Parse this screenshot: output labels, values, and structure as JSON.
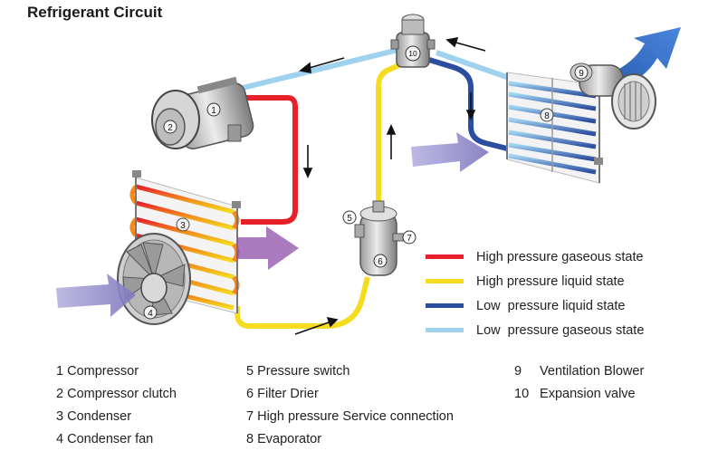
{
  "title": "Refrigerant Circuit",
  "colors": {
    "high_gas": "#e8202a",
    "high_liquid": "#f5dc1e",
    "low_liquid": "#2c4ea0",
    "low_gas": "#9fd2ef",
    "airflow": "#8e87c8",
    "outflow": "#2a5fb5"
  },
  "legend": [
    {
      "label": "High pressure gaseous state",
      "color": "#e8202a"
    },
    {
      "label": "High pressure liquid state",
      "color": "#f5dc1e"
    },
    {
      "label": "Low  pressure liquid state",
      "color": "#2c4ea0"
    },
    {
      "label": "Low  pressure gaseous state",
      "color": "#9fd2ef"
    }
  ],
  "component_numbers": [
    "1",
    "2",
    "3",
    "4",
    "5",
    "6",
    "7",
    "8",
    "9",
    "10"
  ],
  "parts": {
    "col1": [
      {
        "num": "1",
        "name": "Compressor"
      },
      {
        "num": "2",
        "name": "Compressor clutch"
      },
      {
        "num": "3",
        "name": "Condenser"
      },
      {
        "num": "4",
        "name": "Condenser fan"
      }
    ],
    "col2": [
      {
        "num": "5",
        "name": "Pressure switch"
      },
      {
        "num": "6",
        "name": "Filter Drier"
      },
      {
        "num": "7",
        "name": "High pressure Service connection"
      },
      {
        "num": "8",
        "name": "Evaporator"
      }
    ],
    "col3": [
      {
        "num": "9",
        "name": "Ventilation Blower"
      },
      {
        "num": "10",
        "name": "Expansion valve"
      }
    ]
  }
}
